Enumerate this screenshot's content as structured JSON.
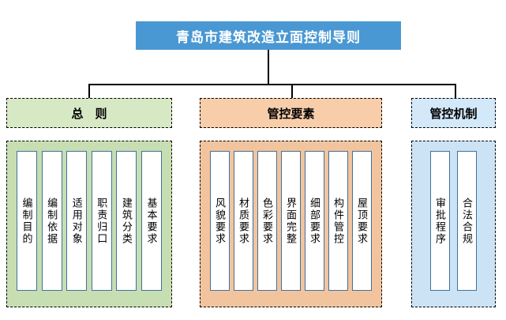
{
  "title": "青岛市建筑改造立面控制导则",
  "sections": [
    {
      "id": "general",
      "label": "总　则",
      "items": [
        "编制目的",
        "编制依据",
        "适用对象",
        "职责归口",
        "建筑分类",
        "基本要求"
      ],
      "header_color": "#D7E8C5",
      "container_color": "#C7DEB2"
    },
    {
      "id": "elements",
      "label": "管控要素",
      "items": [
        "风貌要求",
        "材质要求",
        "色彩要求",
        "界面完整",
        "细部要求",
        "构件管控",
        "屋顶要求"
      ],
      "header_color": "#F8CDAA",
      "container_color": "#F2C49E"
    },
    {
      "id": "mechanism",
      "label": "管控机制",
      "items": [
        "审批程序",
        "合法合规"
      ],
      "header_color": "#D3E8F8",
      "container_color": "#CBE3F5"
    }
  ],
  "colors": {
    "title_bg": "#4A98D3",
    "title_text": "#FFFFFF",
    "item_box_border": "#41719C",
    "item_box_fill": "#FFFFFF",
    "dashed_border": "#000000",
    "connector": "#000000"
  }
}
